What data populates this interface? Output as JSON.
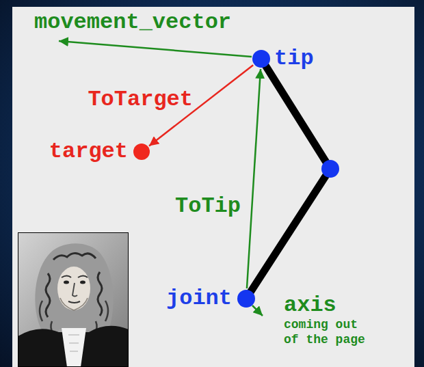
{
  "diagram": {
    "nodes": [
      {
        "text": [
          "tip"
        ]
      },
      {
        "text": [
          "target"
        ]
      },
      {
        "text": [
          "joint"
        ]
      }
    ],
    "edges": [
      {
        "from": 0,
        "to": 1,
        "arrow": "to",
        "label": "ToTarget"
      },
      {
        "from": 2,
        "to": 0,
        "arrow": "to",
        "label": "ToTip"
      }
    ],
    "labels": [
      "movement_vector",
      "axis",
      "coming out of the page"
    ]
  }
}
